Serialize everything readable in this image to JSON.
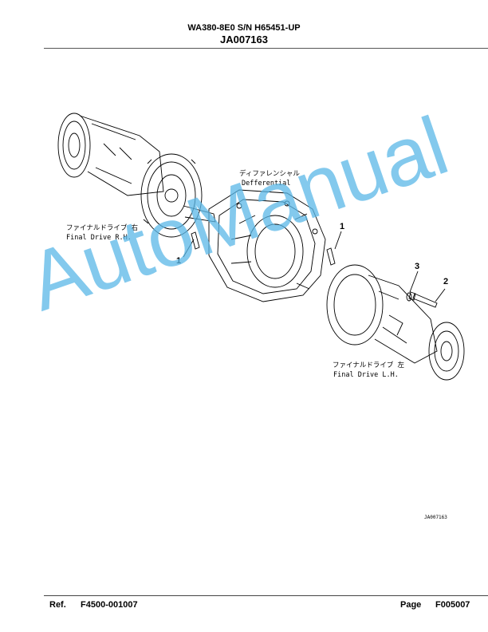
{
  "header": {
    "model": "WA380-8E0 S/N H65451-UP",
    "code": "JA007163"
  },
  "diagram": {
    "differential_jp": "ディファレンシャル",
    "differential_en": "Defferential",
    "final_drive_rh_jp": "ファイナルドライブ 右",
    "final_drive_rh_en": "Final Drive R.H.",
    "final_drive_lh_jp": "ファイナルドライブ 左",
    "final_drive_lh_en": "Final Drive L.H.",
    "callouts": [
      "1",
      "1",
      "2",
      "3"
    ],
    "figure_id": "JA007163"
  },
  "watermark": "AutoManual",
  "footer": {
    "ref_label": "Ref.",
    "ref_number": "F4500-001007",
    "page_label": "Page",
    "page_number": "F005007"
  }
}
